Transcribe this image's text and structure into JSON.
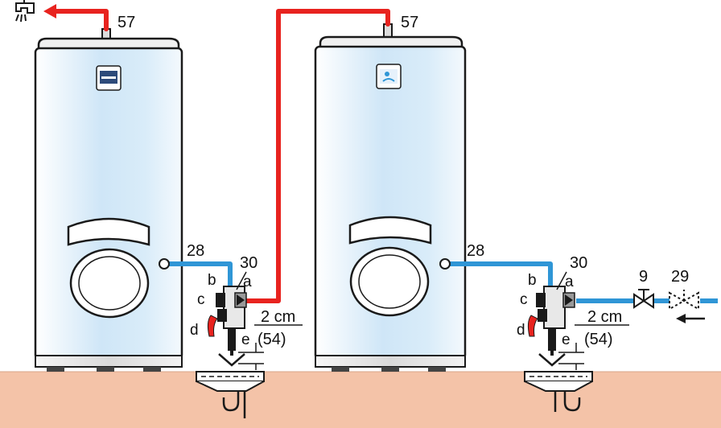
{
  "colors": {
    "hot_pipe": "#e8231f",
    "cold_pipe": "#2f96d6",
    "floor": "#f4c3a8",
    "tank_light": "#ffffff",
    "tank_shade": "#bcdcf3",
    "outline": "#1a1a1a"
  },
  "labels": {
    "left_hot_outlet": "57",
    "right_hot_outlet": "57",
    "left_cold_inlet": "28",
    "right_cold_inlet": "28",
    "left_safety_group": "30",
    "right_safety_group": "30",
    "left_port_a": "a",
    "left_port_b": "b",
    "left_port_c": "c",
    "left_port_d": "d",
    "left_port_e": "e",
    "right_port_a": "a",
    "right_port_b": "b",
    "right_port_c": "c",
    "right_port_d": "d",
    "right_port_e": "e",
    "left_gap": "2 cm",
    "left_gap_ref": "(54)",
    "right_gap": "2 cm",
    "right_gap_ref": "(54)",
    "valve": "9",
    "pressure_reducer": "29"
  },
  "icons": [
    "tap-icon",
    "flow-arrow-icon",
    "stop-valve-icon",
    "pressure-reducer-icon"
  ]
}
